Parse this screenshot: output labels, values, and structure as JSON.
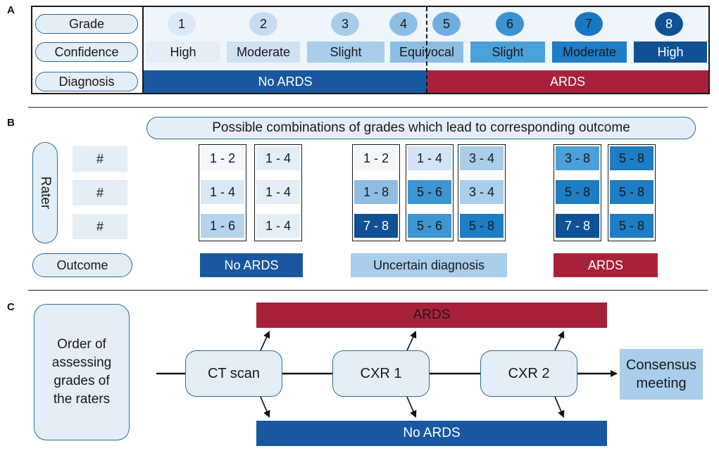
{
  "panel_a": {
    "letter": "A",
    "row_labels": {
      "grade": "Grade",
      "confidence": "Confidence",
      "diagnosis": "Diagnosis"
    },
    "grades": [
      "1",
      "2",
      "3",
      "4",
      "5",
      "6",
      "7",
      "8"
    ],
    "confidence": [
      "High",
      "Moderate",
      "Slight",
      "Equivocal",
      "Slight",
      "Moderate",
      "High"
    ],
    "diagnosis_no": "No ARDS",
    "diagnosis_yes": "ARDS"
  },
  "panel_b": {
    "letter": "B",
    "header": "Possible combinations of grades which lead to corresponding outcome",
    "rater_label": "Rater",
    "hash": [
      "#",
      "#",
      "#"
    ],
    "outcome_label": "Outcome",
    "groups": [
      {
        "outcome": "No ARDS",
        "columns": [
          [
            "1 - 2",
            "1 - 4",
            "1 - 6"
          ],
          [
            "1 - 4",
            "1 - 4",
            "1 - 4"
          ]
        ]
      },
      {
        "outcome": "Uncertain diagnosis",
        "columns": [
          [
            "1 - 2",
            "1 - 8",
            "7 - 8"
          ],
          [
            "1 - 4",
            "5 - 6",
            "5 - 6"
          ],
          [
            "3 - 4",
            "3 - 4",
            "5 - 8"
          ]
        ]
      },
      {
        "outcome": "ARDS",
        "columns": [
          [
            "3 - 8",
            "5 - 8",
            "7 - 8"
          ],
          [
            "5 - 8",
            "5 - 8",
            "5 - 8"
          ]
        ]
      }
    ]
  },
  "panel_c": {
    "letter": "C",
    "order_label": "Order of assessing grades of the raters",
    "ards_bar": "ARDS",
    "no_ards_bar": "No ARDS",
    "steps": [
      "CT scan",
      "CXR 1",
      "CXR 2"
    ],
    "final": "Consensus meeting"
  },
  "colors": {
    "ards": "#a7213a",
    "no_ards": "#1957a0",
    "light": "#e3eef8",
    "outline": "#2a6f8e"
  }
}
